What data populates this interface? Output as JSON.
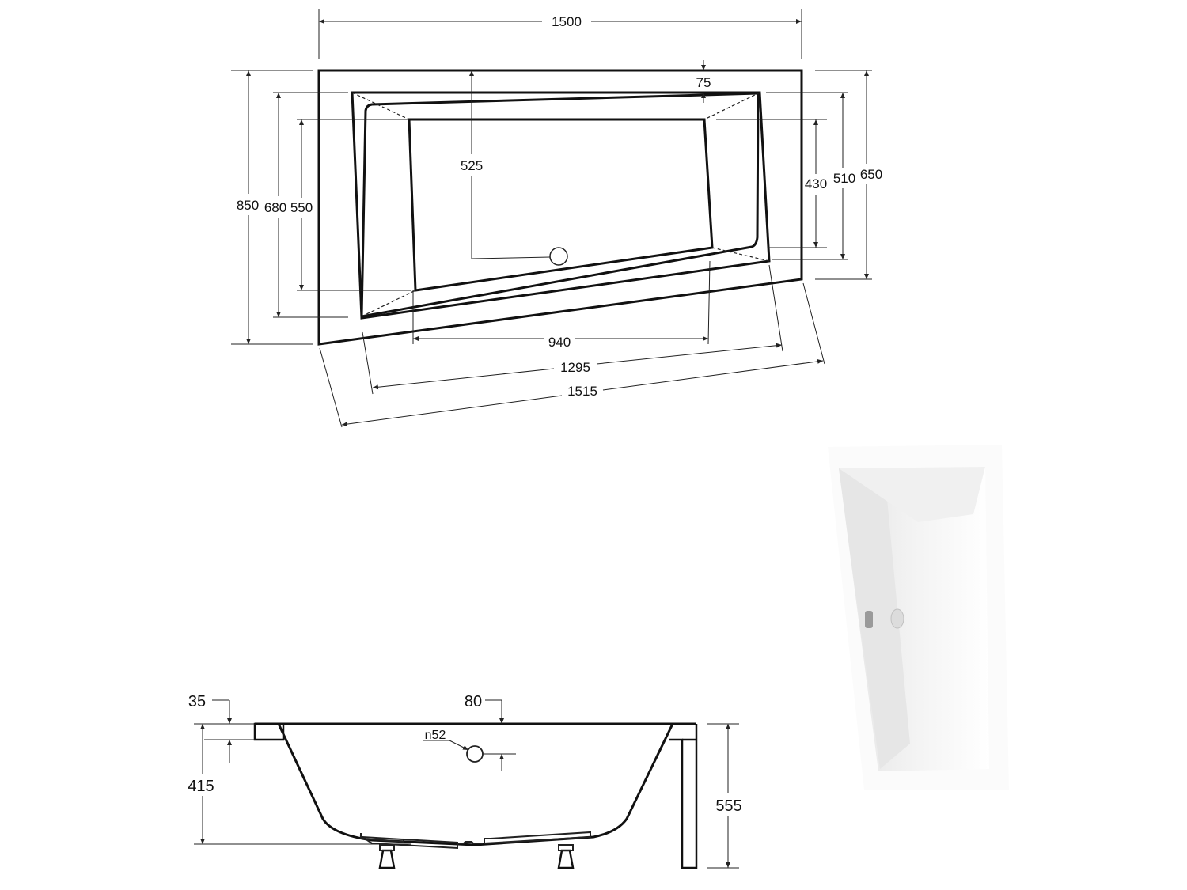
{
  "plan_view": {
    "dimensions": {
      "overall_width": "1500",
      "overall_depth_left": "850",
      "rim_depth_left": "680",
      "basin_depth_left": "550",
      "drain_offset": "525",
      "rim_top": "75",
      "basin_depth_right": "430",
      "rim_depth_right": "510",
      "overall_depth_right": "650",
      "basin_bottom_length": "940",
      "rim_bottom_length": "1295",
      "front_edge_length": "1515"
    }
  },
  "side_view": {
    "dimensions": {
      "rim_thickness": "35",
      "overflow_offset": "80",
      "overflow_label": "n52",
      "inner_depth": "415",
      "total_height": "555"
    }
  },
  "photo": {
    "subject": "bathtub-photo",
    "color": "#f2f2f2"
  }
}
